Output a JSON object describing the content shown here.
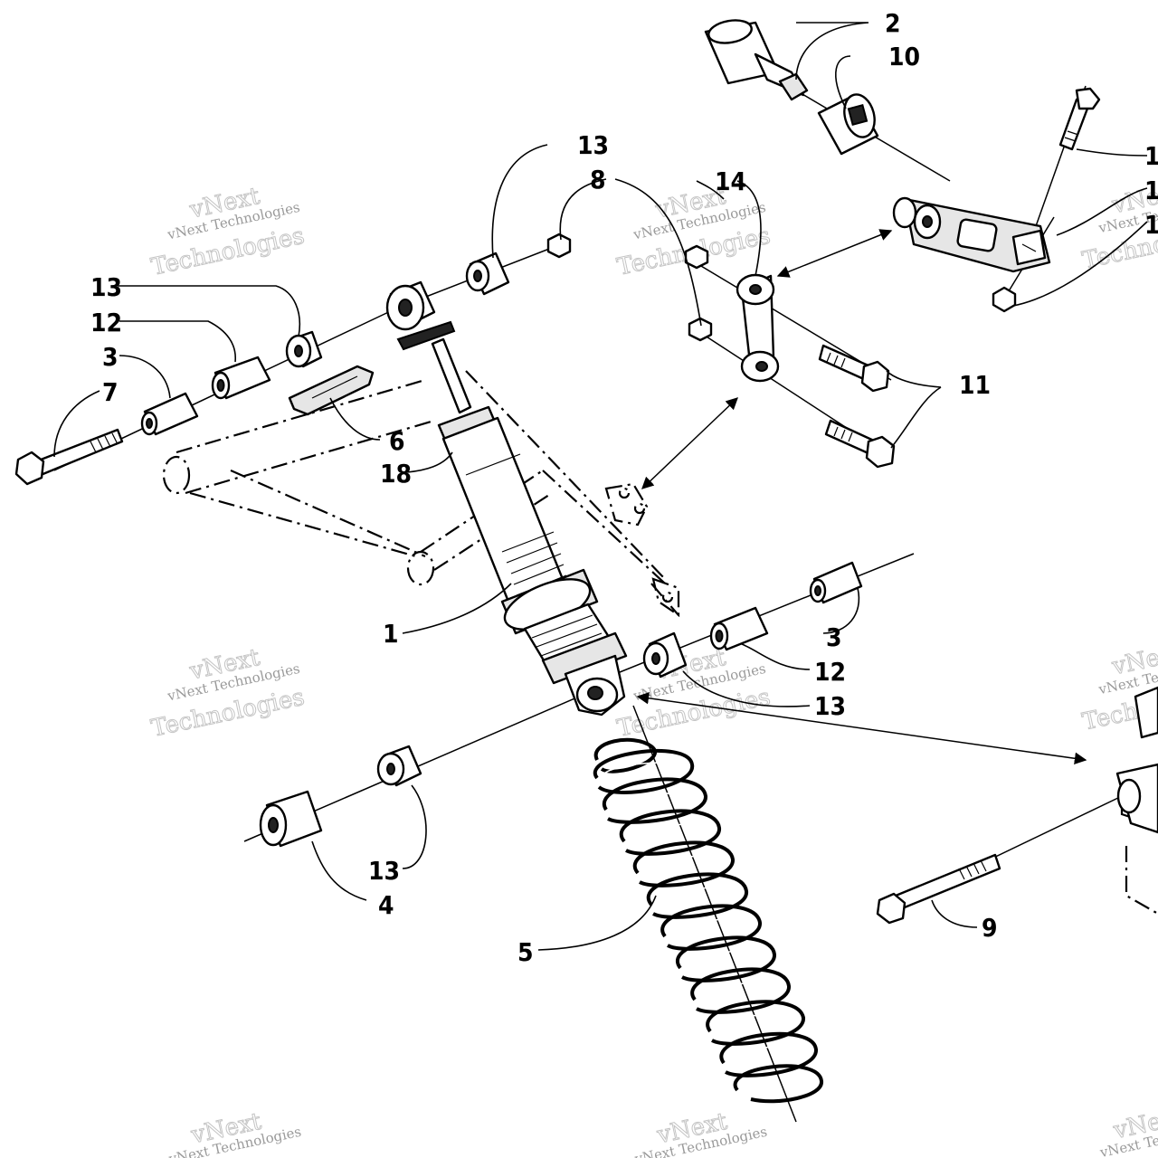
{
  "watermark": {
    "line1": "vNext",
    "line2": "Technologies",
    "small": "vNext Technologies"
  },
  "callouts": {
    "c1_shock": "1",
    "c1_top_a": "1",
    "c1_top_b": "1",
    "c1_right": "1",
    "c2": "2",
    "c3_left": "3",
    "c3_right": "3",
    "c4": "4",
    "c5": "5",
    "c6": "6",
    "c7": "7",
    "c8": "8",
    "c9": "9",
    "c10": "10",
    "c11": "11",
    "c12_left": "12",
    "c12_right": "12",
    "c13_top": "13",
    "c13_left": "13",
    "c13_right": "13",
    "c13_bottom": "13",
    "c14": "14",
    "c18": "18"
  }
}
